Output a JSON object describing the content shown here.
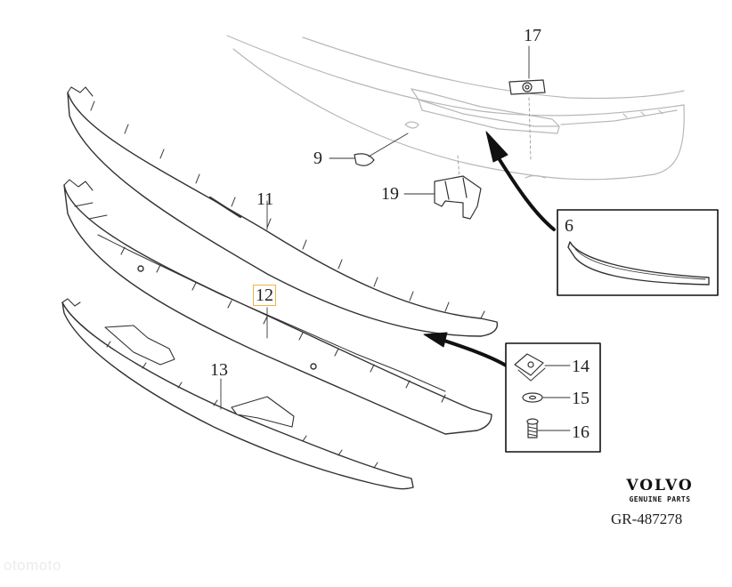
{
  "callouts": {
    "c6": "6",
    "c9": "9",
    "c11": "11",
    "c12": "12",
    "c13": "13",
    "c14": "14",
    "c15": "15",
    "c16": "16",
    "c17": "17",
    "c19": "19"
  },
  "brand": {
    "name": "VOLVO",
    "subtitle": "GENUINE PARTS"
  },
  "reference": "GR-487278",
  "watermark": "otomoto"
}
